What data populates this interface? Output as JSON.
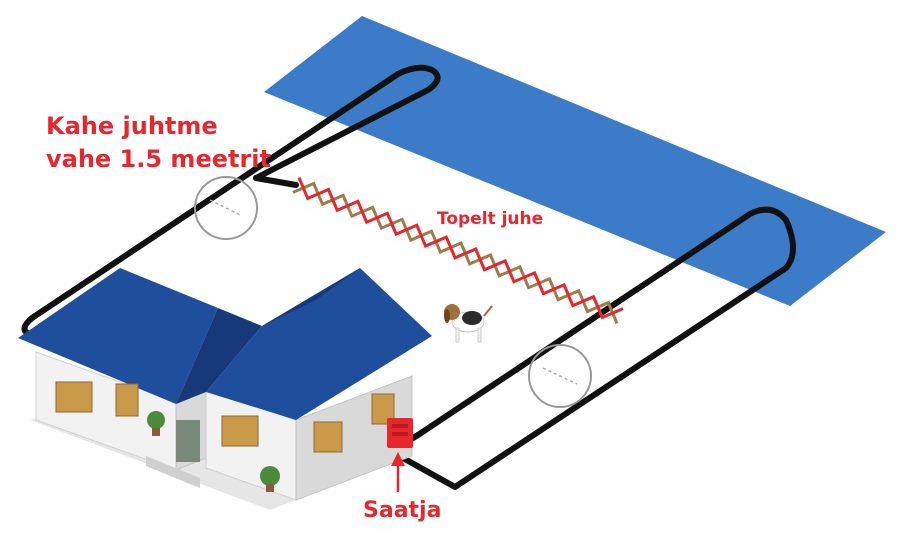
{
  "labels": {
    "wire_gap": [
      "Kahe juhtme",
      "vahe 1.5 meetrit"
    ],
    "double_wire": "Topelt juhe",
    "transmitter": "Saatja"
  },
  "colors": {
    "label_red": "#e8262b",
    "water_blue": "#3b7bc8",
    "wire": "#111111",
    "roof": "#1f4e9c",
    "roof_dark": "#17397a",
    "wall": "#f2f2f2",
    "wall_shade": "#d9d9d9",
    "twisted_wire_red": "#e8262b",
    "twisted_wire_tan": "#a07a4a",
    "transmitter_box": "#e8262b"
  },
  "icons": {
    "house": "house-icon",
    "dog": "dog-icon",
    "transmitter": "transmitter-box-icon",
    "gap_marker": "magnifier-circle-icon"
  }
}
